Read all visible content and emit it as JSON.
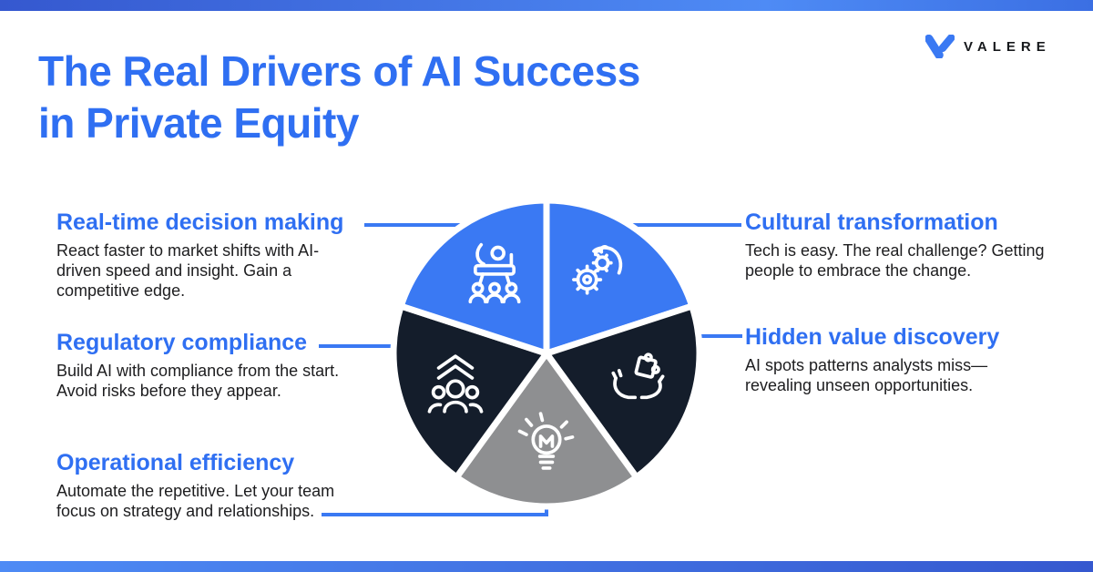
{
  "brand": {
    "name": "VALERE"
  },
  "title": {
    "line1": "The Real Drivers of AI Success",
    "line2": "in Private Equity"
  },
  "colors": {
    "accent_blue": "#3a79f3",
    "title_blue": "#2f6ff2",
    "navy": "#141d2b",
    "gray": "#8e8f91",
    "body_text": "#1d1d1f",
    "bar_gradient_dark": "#3558cf",
    "bar_gradient_light": "#4e8bf5",
    "logo_text": "#17191c"
  },
  "sections": {
    "left": [
      {
        "heading": "Real-time decision making",
        "lines": [
          "React faster to market shifts with AI-",
          "driven speed and insight. Gain a",
          "competitive edge."
        ]
      },
      {
        "heading": "Regulatory compliance",
        "lines": [
          "Build AI with compliance from the start.",
          "Avoid risks before they appear."
        ]
      },
      {
        "heading": "Operational efficiency",
        "lines": [
          "Automate the repetitive. Let your team",
          "focus on strategy and relationships."
        ]
      }
    ],
    "right": [
      {
        "heading": "Cultural transformation",
        "lines": [
          "Tech is easy. The real challenge? Getting",
          "people to embrace the change."
        ]
      },
      {
        "heading": "Hidden value discovery",
        "lines": [
          "AI spots patterns analysts miss—",
          "revealing unseen opportunities."
        ]
      }
    ]
  },
  "pie": {
    "segments": [
      {
        "label": "Cultural transformation",
        "position": "top-right",
        "color": "#3a79f3",
        "icon": "gear-hand-icon",
        "share_pct": 20
      },
      {
        "label": "Hidden value discovery",
        "position": "right",
        "color": "#141d2b",
        "icon": "puzzle-hands-icon",
        "share_pct": 20
      },
      {
        "label": "Operational efficiency",
        "position": "bottom",
        "color": "#8e8f91",
        "icon": "lightbulb-icon",
        "share_pct": 20
      },
      {
        "label": "Regulatory compliance",
        "position": "left",
        "color": "#141d2b",
        "icon": "team-growth-icon",
        "share_pct": 20
      },
      {
        "label": "Real-time decision making",
        "position": "top-left",
        "color": "#3a79f3",
        "icon": "presentation-icon",
        "share_pct": 20
      }
    ]
  }
}
